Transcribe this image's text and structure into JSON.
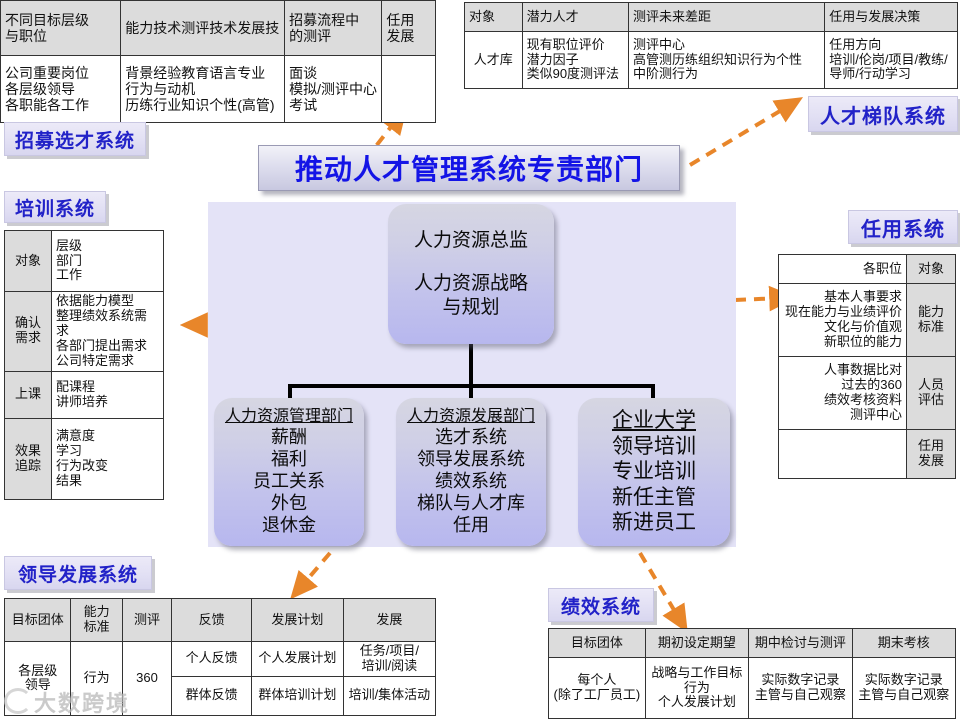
{
  "banner": {
    "title": "推动人才管理系统专责部门"
  },
  "chips": [
    {
      "id": "recruit",
      "label": "招募选才系统"
    },
    {
      "id": "training",
      "label": "培训系统"
    },
    {
      "id": "talent",
      "label": "人才梯队系统"
    },
    {
      "id": "assignment",
      "label": "任用系统"
    },
    {
      "id": "leadership",
      "label": "领导发展系统"
    },
    {
      "id": "performance",
      "label": "绩效系统"
    }
  ],
  "central": {
    "root": {
      "line1": "人力资源总监",
      "line2": "人力资源战略",
      "line3": "与规划"
    },
    "children": [
      {
        "title": "人力资源管理部门",
        "items": [
          "薪酬",
          "福利",
          "员工关系",
          "外包",
          "退休金"
        ]
      },
      {
        "title": "人力资源发展部门",
        "items": [
          "选才系统",
          "领导发展系统",
          "绩效系统",
          "梯队与人才库",
          "任用"
        ]
      },
      {
        "title": "企业大学",
        "items": [
          "领导培训",
          "专业培训",
          "新任主管",
          "新进员工"
        ]
      }
    ]
  },
  "tables": {
    "recruit": {
      "headers": [
        "不同目标层级\n与职位",
        "能力技术测评技术发展技",
        "招募流程中\n的测评",
        "任用\n发展"
      ],
      "header_lines": [
        [
          "不同目标层级",
          "与职位"
        ],
        [
          "能力技术测评技术发展技"
        ],
        [
          "招募流程中",
          "的测评"
        ],
        [
          "任用",
          "发展"
        ]
      ],
      "row_lines": [
        [
          "公司重要岗位",
          "各层级领导",
          "各职能各工作"
        ],
        [
          "背景经验教育语言专业",
          "行为与动机",
          "历练行业知识个性(高管)"
        ],
        [
          "面谈",
          "模拟/测评中心",
          "考试"
        ],
        [
          ""
        ]
      ]
    },
    "talent": {
      "header_lines": [
        [
          "对象"
        ],
        [
          "潜力人才"
        ],
        [
          "测评未来差距"
        ],
        [
          "任用与发展决策"
        ]
      ],
      "row_lines": [
        [
          "人才库"
        ],
        [
          "现有职位评价",
          "潜力因子",
          "类似90度测评法"
        ],
        [
          "测评中心",
          "高管测历练组织知识行为个性",
          "中阶测行为"
        ],
        [
          "任用方向",
          "培训/伦岗/项目/教练/",
          "导师/行动学习"
        ]
      ]
    },
    "training": {
      "rows": [
        {
          "label_lines": [
            "对象"
          ],
          "value_lines": [
            "层级",
            "部门",
            "工作"
          ]
        },
        {
          "label_lines": [
            "确认",
            "需求"
          ],
          "value_lines": [
            "依据能力模型",
            "整理绩效系统需求",
            "各部门提出需求",
            "公司特定需求"
          ]
        },
        {
          "label_lines": [
            "上课"
          ],
          "value_lines": [
            "配课程",
            "讲师培养"
          ]
        },
        {
          "label_lines": [
            "效果",
            "追踪"
          ],
          "value_lines": [
            "满意度",
            "学习",
            "行为改变",
            "结果"
          ]
        }
      ]
    },
    "assignment": {
      "rows": [
        {
          "value_lines": [
            "各职位"
          ],
          "label_lines": [
            "对象"
          ]
        },
        {
          "value_lines": [
            "基本人事要求",
            "现在能力与业绩评价",
            "文化与价值观",
            "新职位的能力"
          ],
          "label_lines": [
            "能力",
            "标准"
          ]
        },
        {
          "value_lines": [
            "人事数据比对",
            "过去的360",
            "绩效考核资料",
            "测评中心"
          ],
          "label_lines": [
            "人员",
            "评估"
          ]
        },
        {
          "value_lines": [
            ""
          ],
          "label_lines": [
            "任用",
            "发展"
          ]
        }
      ]
    },
    "leadership": {
      "headers": [
        "目标团体",
        "能力\n标准",
        "测评",
        "反馈",
        "发展计划",
        "发展"
      ],
      "header_lines": [
        [
          "目标团体"
        ],
        [
          "能力",
          "标准"
        ],
        [
          "测评"
        ],
        [
          "反馈"
        ],
        [
          "发展计划"
        ],
        [
          "发展"
        ]
      ],
      "target_lines": [
        "各层级",
        "领导"
      ],
      "standard_lines": [
        "行为"
      ],
      "assessment": "360",
      "rows": [
        {
          "feedback": "个人反馈",
          "plan": "个人发展计划",
          "development_lines": [
            "任务/项目/",
            "培训/阅读"
          ]
        },
        {
          "feedback": "群体反馈",
          "plan": "群体培训计划",
          "development_lines": [
            "培训/集体活动"
          ]
        }
      ]
    },
    "performance": {
      "header_lines": [
        [
          "目标团体"
        ],
        [
          "期初设定期望"
        ],
        [
          "期中检讨与测评"
        ],
        [
          "期末考核"
        ]
      ],
      "row_lines": [
        [
          "每个人",
          "(除了工厂员工)"
        ],
        [
          "战略与工作目标",
          "行为",
          "个人发展计划"
        ],
        [
          "实际数字记录",
          "主管与自己观察"
        ],
        [
          "实际数字记录",
          "主管与自己观察"
        ]
      ]
    }
  },
  "watermark": {
    "text": "大数跨境"
  },
  "colors": {
    "accent_blue": "#1414e6",
    "chip_text": "#2222c8",
    "panel_bg": "#e4e3f7",
    "arrow": "#e8862a",
    "header_bg": "#dcdcdc"
  }
}
